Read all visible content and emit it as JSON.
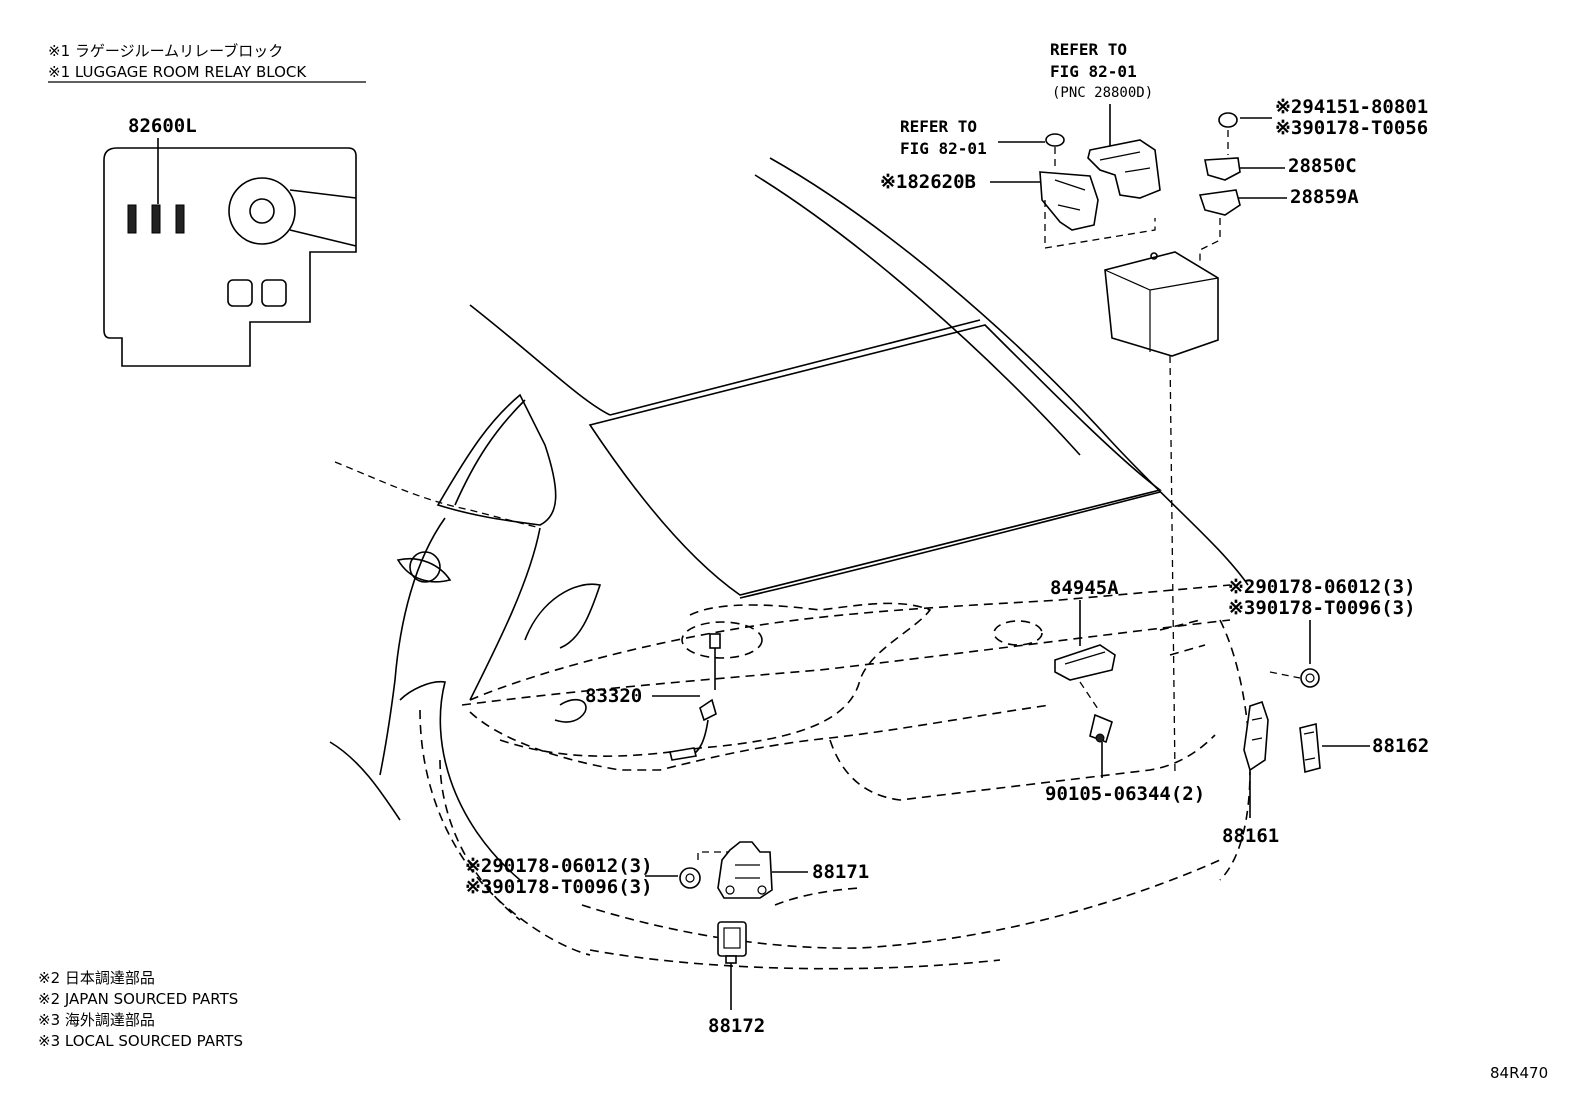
{
  "relay_note": {
    "jp": "※1 ラゲージルームリレーブロック",
    "en": "※1 LUGGAGE ROOM RELAY BLOCK"
  },
  "relay_block_part": "82600L",
  "refer_top": {
    "line1": "REFER TO",
    "line2": "FIG 82-01",
    "line3": "(PNC 28800D)"
  },
  "refer_left": {
    "line1": "REFER TO",
    "line2": "FIG 82-01"
  },
  "parts": {
    "p82620B": "※182620B",
    "p94151": "※294151-80801",
    "p90178T0056": "※390178-T0056",
    "p28850C": "28850C",
    "p28859A": "28859A",
    "p84945A": "84945A",
    "p90178_06012_r": "※290178-06012(3)",
    "p90178_T0096_r": "※390178-T0096(3)",
    "p83320": "83320",
    "p88162": "88162",
    "p90105": "90105-06344(2)",
    "p88161": "88161",
    "p90178_06012_l": "※290178-06012(3)",
    "p90178_T0096_l": "※390178-T0096(3)",
    "p88171": "88171",
    "p88172": "88172"
  },
  "footnotes": [
    "※2 日本調達部品",
    "※2 JAPAN SOURCED PARTS",
    "※3 海外調達部品",
    "※3 LOCAL SOURCED PARTS"
  ],
  "figure_id": "84R470"
}
